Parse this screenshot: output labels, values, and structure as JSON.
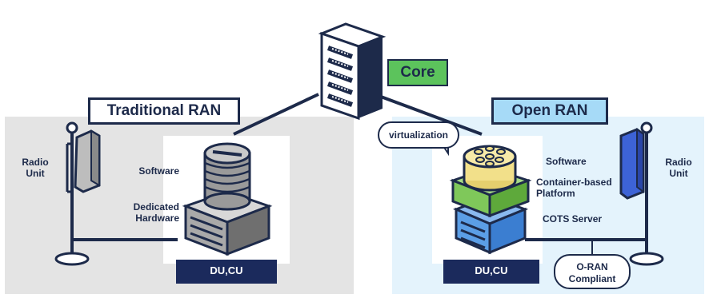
{
  "core": {
    "label": "Core"
  },
  "traditional": {
    "title": "Traditional RAN",
    "radio_unit": "Radio\nUnit",
    "software": "Software",
    "hardware": "Dedicated\nHardware",
    "du_cu": "DU,CU"
  },
  "open": {
    "title": "Open RAN",
    "bubble": "virtualization",
    "software": "Software",
    "platform": "Container-based\nPlatform",
    "cots": "COTS Server",
    "radio_unit": "Radio\nUnit",
    "du_cu": "DU,CU",
    "compliant": "O-RAN\nCompliant"
  },
  "colors": {
    "traditional_bg": "#e4e4e4",
    "open_bg": "#e4f3fc",
    "core_green": "#5cc35c",
    "open_title_bg": "#a6daf7",
    "navy": "#1b2a5c",
    "lego_yellow": "#f2e08a",
    "lego_green": "#7fc85a",
    "lego_blue": "#5b9ee6",
    "radio_blue": "#3d63d6"
  }
}
